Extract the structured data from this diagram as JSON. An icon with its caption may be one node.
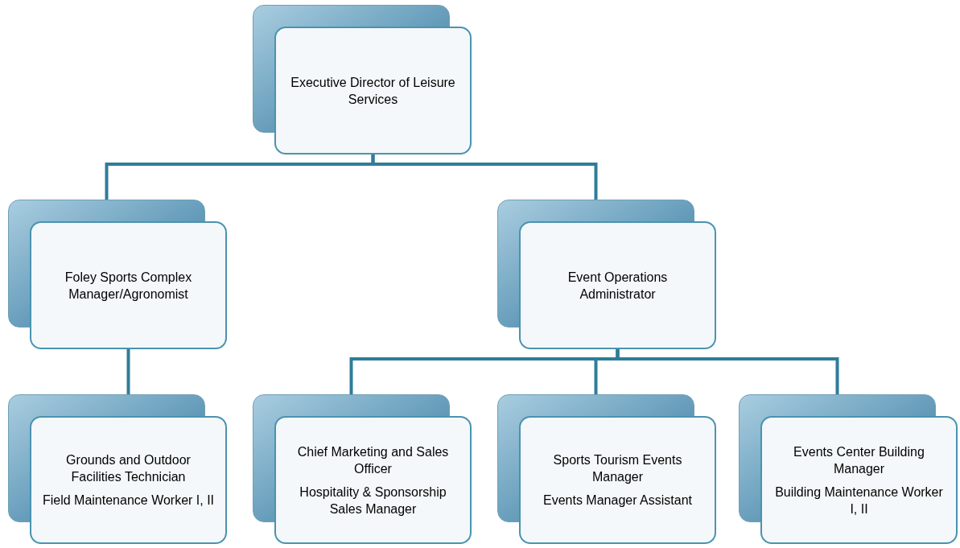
{
  "diagram": {
    "nodes": [
      {
        "text": [
          "Executive Director of Leisure Services"
        ]
      },
      {
        "text": [
          "Foley Sports Complex Manager/Agronomist"
        ]
      },
      {
        "text": [
          "Event Operations Administrator"
        ]
      },
      {
        "text": [
          "Grounds and Outdoor Facilities Technician",
          "Field Maintenance Worker I, II"
        ]
      },
      {
        "text": [
          "Chief Marketing and Sales Officer",
          "Hospitality & Sponsorship Sales Manager"
        ]
      },
      {
        "text": [
          "Sports Tourism Events Manager",
          "Events Manager Assistant"
        ]
      },
      {
        "text": [
          "Events Center Building Manager",
          "Building Maintenance Worker I, II"
        ]
      }
    ],
    "edges": [
      {
        "from": 0,
        "to": 1,
        "arrow": "none"
      },
      {
        "from": 0,
        "to": 2,
        "arrow": "none"
      },
      {
        "from": 1,
        "to": 3,
        "arrow": "none"
      },
      {
        "from": 2,
        "to": 4,
        "arrow": "none"
      },
      {
        "from": 2,
        "to": 5,
        "arrow": "none"
      },
      {
        "from": 2,
        "to": 6,
        "arrow": "none"
      }
    ]
  }
}
